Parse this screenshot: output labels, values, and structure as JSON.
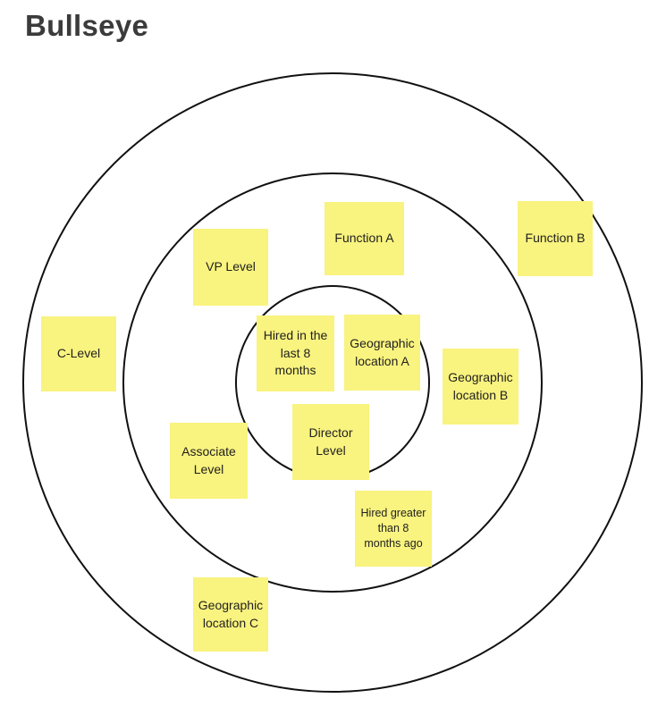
{
  "title": "Bullseye",
  "colors": {
    "sticky_note_fill": "#F9F37F",
    "ring_stroke": "#111111",
    "title_text": "#3B3B3B",
    "note_text": "#1F1F1F",
    "background": "#FFFFFF"
  },
  "diagram": {
    "type": "bullseye",
    "rings": [
      "inner",
      "middle",
      "outer"
    ],
    "notes": [
      {
        "text": "Function A",
        "ring": "middle"
      },
      {
        "text": "Function B",
        "ring": "outer"
      },
      {
        "text": "VP Level",
        "ring": "middle"
      },
      {
        "text": "C-Level",
        "ring": "outer"
      },
      {
        "text": "Hired in the\nlast 8\nmonths",
        "ring": "inner"
      },
      {
        "text": "Geographic\nlocation A",
        "ring": "inner"
      },
      {
        "text": "Geographic\nlocation B",
        "ring": "middle"
      },
      {
        "text": "Director\nLevel",
        "ring": "inner"
      },
      {
        "text": "Associate\nLevel",
        "ring": "middle"
      },
      {
        "text": "Hired greater\nthan 8\nmonths ago",
        "ring": "middle"
      },
      {
        "text": "Geographic\nlocation C",
        "ring": "outer"
      }
    ]
  }
}
